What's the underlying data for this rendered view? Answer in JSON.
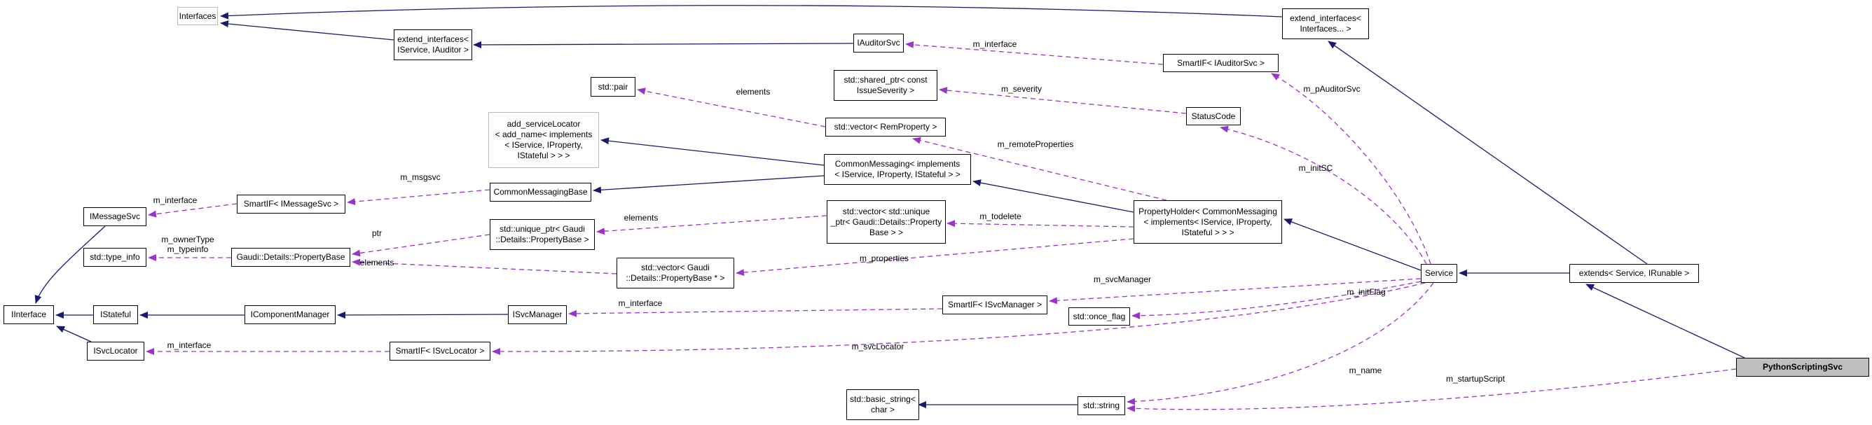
{
  "diagram": {
    "kind": "Doxygen collaboration diagram",
    "focus_class": "PythonScriptingSvc",
    "colors": {
      "inheritance_edge": "#191970",
      "usage_edge": "#9a32cd",
      "node_border": "#000000",
      "external_node_border": "#b9b9b9",
      "focus_node_fill": "#bfbfbf",
      "background": "#ffffff"
    }
  },
  "nodes": {
    "interfaces": "Interfaces",
    "ext_ifc_svc_auditor": "extend_interfaces<\nIService, IAuditor >",
    "iauditorsvc": "IAuditorSvc",
    "smartif_iauditorsvc": "SmartIF< IAuditorSvc >",
    "shared_ptr_issueseverity": "std::shared_ptr< const\nIssueSeverity >",
    "statuscode": "StatusCode",
    "ext_ifc_variadic": "extend_interfaces<\nInterfaces... >",
    "vector_remproperty": "std::vector< RemProperty >",
    "std_pair": "std::pair",
    "add_servicelocator": "add_serviceLocator\n< add_name< implements\n< IService, IProperty,\nIStateful > > >",
    "commonmessaging": "CommonMessaging< implements\n< IService, IProperty, IStateful > >",
    "commonmessagingbase": "CommonMessagingBase",
    "smartif_imessagesvc": "SmartIF< IMessageSvc >",
    "imessagesvc": "IMessageSvc",
    "unique_ptr_pb": "std::unique_ptr< Gaudi\n::Details::PropertyBase >",
    "type_info": "std::type_info",
    "gaudi_pb": "Gaudi::Details::PropertyBase",
    "vector_pb_star": "std::vector< Gaudi\n::Details::PropertyBase * >",
    "vector_unique_pb": "std::vector< std::unique\n_ptr< Gaudi::Details::Property\nBase > >",
    "propertyholder": "PropertyHolder< CommonMessaging\n< implements< IService, IProperty,\nIStateful > > >",
    "service": "Service",
    "extends_svc_irunable": "extends< Service, IRunable >",
    "smartif_isvcmanager": "SmartIF< ISvcManager >",
    "once_flag": "std::once_flag",
    "isvcmanager": "ISvcManager",
    "icomponentmanager": "IComponentManager",
    "istateful": "IStateful",
    "iinterface": "IInterface",
    "isvclocator": "ISvcLocator",
    "smartif_isvclocator": "SmartIF< ISvcLocator >",
    "basic_string": "std::basic_string<\nchar >",
    "std_string": "std::string",
    "pythonscriptingsvc": "PythonScriptingSvc"
  },
  "labels": {
    "m_interface_auditor": "m_interface",
    "m_severity": "m_severity",
    "elements_pair": "elements",
    "m_remoteProperties": "m_remoteProperties",
    "m_pAuditorSvc": "m_pAuditorSvc",
    "m_initSC": "m_initSC",
    "m_msgsvc": "m_msgsvc",
    "m_interface_msgsvc": "m_interface",
    "m_ownerType_typeinfo": "m_ownerType\nm_typeinfo",
    "ptr": "ptr",
    "elements_pb": "elements",
    "elements_unique": "elements",
    "m_todelete": "m_todelete",
    "m_properties": "m_properties",
    "m_svcManager": "m_svcManager",
    "m_initFlag": "m_initFlag",
    "m_interface_svcmgr": "m_interface",
    "m_svcLocator": "m_svcLocator",
    "m_interface_svcloc": "m_interface",
    "m_name": "m_name",
    "m_startupScript": "m_startupScript"
  },
  "edges": [
    {
      "type": "inheritance",
      "from": "extend_interfaces<IService, IAuditor>",
      "to": "Interfaces"
    },
    {
      "type": "inheritance",
      "from": "extend_interfaces<Interfaces...>",
      "to": "Interfaces"
    },
    {
      "type": "inheritance",
      "from": "IAuditorSvc",
      "to": "extend_interfaces<IService, IAuditor>"
    },
    {
      "type": "inheritance",
      "from": "CommonMessaging<implements<IService, IProperty, IStateful>>",
      "to": "add_serviceLocator<add_name<implements<IService, IProperty, IStateful>>>"
    },
    {
      "type": "inheritance",
      "from": "CommonMessaging<implements<IService, IProperty, IStateful>>",
      "to": "CommonMessagingBase"
    },
    {
      "type": "inheritance",
      "from": "PropertyHolder<CommonMessaging<implements<IService, IProperty, IStateful>>>",
      "to": "CommonMessaging<implements<IService, IProperty, IStateful>>"
    },
    {
      "type": "inheritance",
      "from": "Service",
      "to": "PropertyHolder<CommonMessaging<implements<IService, IProperty, IStateful>>>"
    },
    {
      "type": "inheritance",
      "from": "extends<Service, IRunable>",
      "to": "Service"
    },
    {
      "type": "inheritance",
      "from": "extends<Service, IRunable>",
      "to": "extend_interfaces<Interfaces...>"
    },
    {
      "type": "inheritance",
      "from": "PythonScriptingSvc",
      "to": "extends<Service, IRunable>"
    },
    {
      "type": "inheritance",
      "from": "IStateful",
      "to": "IInterface"
    },
    {
      "type": "inheritance",
      "from": "IComponentManager",
      "to": "IStateful"
    },
    {
      "type": "inheritance",
      "from": "ISvcManager",
      "to": "IComponentManager"
    },
    {
      "type": "inheritance",
      "from": "IMessageSvc",
      "to": "IInterface"
    },
    {
      "type": "inheritance",
      "from": "ISvcLocator",
      "to": "IInterface"
    },
    {
      "type": "inheritance",
      "from": "std::string",
      "to": "std::basic_string<char>"
    },
    {
      "type": "usage",
      "from": "SmartIF<IAuditorSvc>",
      "to": "IAuditorSvc",
      "label": "m_interface"
    },
    {
      "type": "usage",
      "from": "StatusCode",
      "to": "std::shared_ptr<const IssueSeverity>",
      "label": "m_severity"
    },
    {
      "type": "usage",
      "from": "PropertyHolder",
      "to": "std::vector<RemProperty>",
      "label": "m_remoteProperties"
    },
    {
      "type": "usage",
      "from": "Service",
      "to": "SmartIF<IAuditorSvc>",
      "label": "m_pAuditorSvc"
    },
    {
      "type": "usage",
      "from": "Service",
      "to": "StatusCode",
      "label": "m_initSC"
    },
    {
      "type": "usage",
      "from": "std::vector<RemProperty>",
      "to": "std::pair",
      "label": "elements"
    },
    {
      "type": "usage",
      "from": "CommonMessagingBase",
      "to": "SmartIF<IMessageSvc>",
      "label": "m_msgsvc"
    },
    {
      "type": "usage",
      "from": "SmartIF<IMessageSvc>",
      "to": "IMessageSvc",
      "label": "m_interface"
    },
    {
      "type": "usage",
      "from": "Gaudi::Details::PropertyBase",
      "to": "std::type_info",
      "label": "m_ownerType m_typeinfo"
    },
    {
      "type": "usage",
      "from": "std::unique_ptr<Gaudi::Details::PropertyBase>",
      "to": "Gaudi::Details::PropertyBase",
      "label": "ptr"
    },
    {
      "type": "usage",
      "from": "std::vector<Gaudi::Details::PropertyBase *>",
      "to": "Gaudi::Details::PropertyBase",
      "label": "elements"
    },
    {
      "type": "usage",
      "from": "std::vector<std::unique_ptr<Gaudi::Details::PropertyBase>>",
      "to": "std::unique_ptr<Gaudi::Details::PropertyBase>",
      "label": "elements"
    },
    {
      "type": "usage",
      "from": "PropertyHolder",
      "to": "std::vector<std::unique_ptr<Gaudi::Details::PropertyBase>>",
      "label": "m_todelete"
    },
    {
      "type": "usage",
      "from": "PropertyHolder",
      "to": "std::vector<Gaudi::Details::PropertyBase *>",
      "label": "m_properties"
    },
    {
      "type": "usage",
      "from": "Service",
      "to": "SmartIF<ISvcManager>",
      "label": "m_svcManager"
    },
    {
      "type": "usage",
      "from": "Service",
      "to": "std::once_flag",
      "label": "m_initFlag"
    },
    {
      "type": "usage",
      "from": "SmartIF<ISvcManager>",
      "to": "ISvcManager",
      "label": "m_interface"
    },
    {
      "type": "usage",
      "from": "Service",
      "to": "SmartIF<ISvcLocator>",
      "label": "m_svcLocator"
    },
    {
      "type": "usage",
      "from": "SmartIF<ISvcLocator>",
      "to": "ISvcLocator",
      "label": "m_interface"
    },
    {
      "type": "usage",
      "from": "Service",
      "to": "std::string",
      "label": "m_name"
    },
    {
      "type": "usage",
      "from": "PythonScriptingSvc",
      "to": "std::string",
      "label": "m_startupScript"
    }
  ]
}
